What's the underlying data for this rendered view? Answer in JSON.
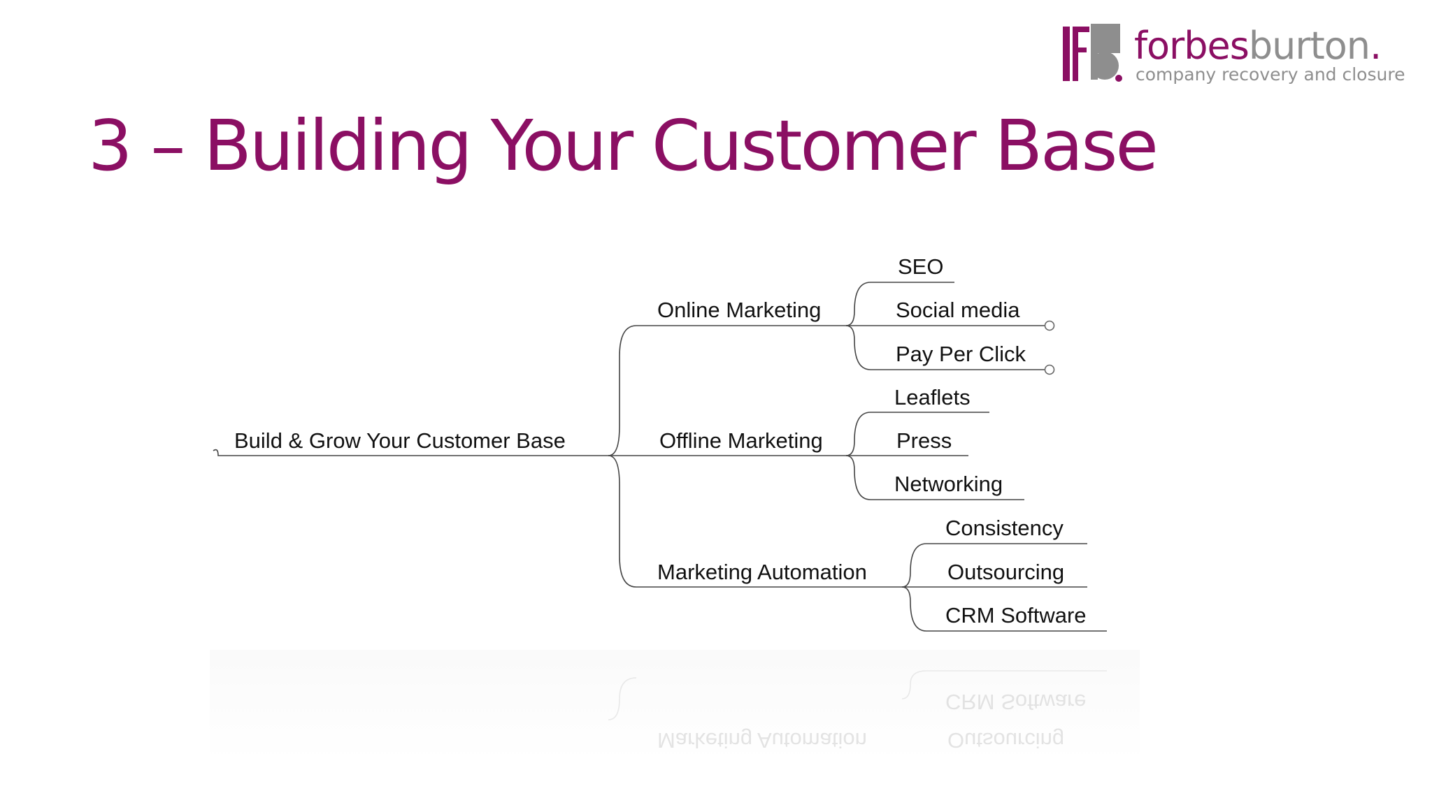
{
  "logo": {
    "name_part1": "forbes",
    "name_part2": "burton",
    "name_dot": ".",
    "tagline": "company recovery and closure"
  },
  "title": "3 – Building Your Customer Base",
  "mindmap": {
    "root": "Build & Grow Your Customer Base",
    "branches": [
      {
        "label": "Online Marketing",
        "children": [
          "SEO",
          "Social media",
          "Pay Per Click"
        ]
      },
      {
        "label": "Offline Marketing",
        "children": [
          "Leaflets",
          "Press",
          "Networking"
        ]
      },
      {
        "label": "Marketing Automation",
        "children": [
          "Consistency",
          "Outsourcing",
          "CRM Software"
        ]
      }
    ]
  },
  "reflection_labels": [
    "CRM Software",
    "Marketing Automation",
    "Outsourcing"
  ],
  "colors": {
    "title": "#8b0f63",
    "brand_grey": "#8e8e8e",
    "lines": "#444444"
  }
}
